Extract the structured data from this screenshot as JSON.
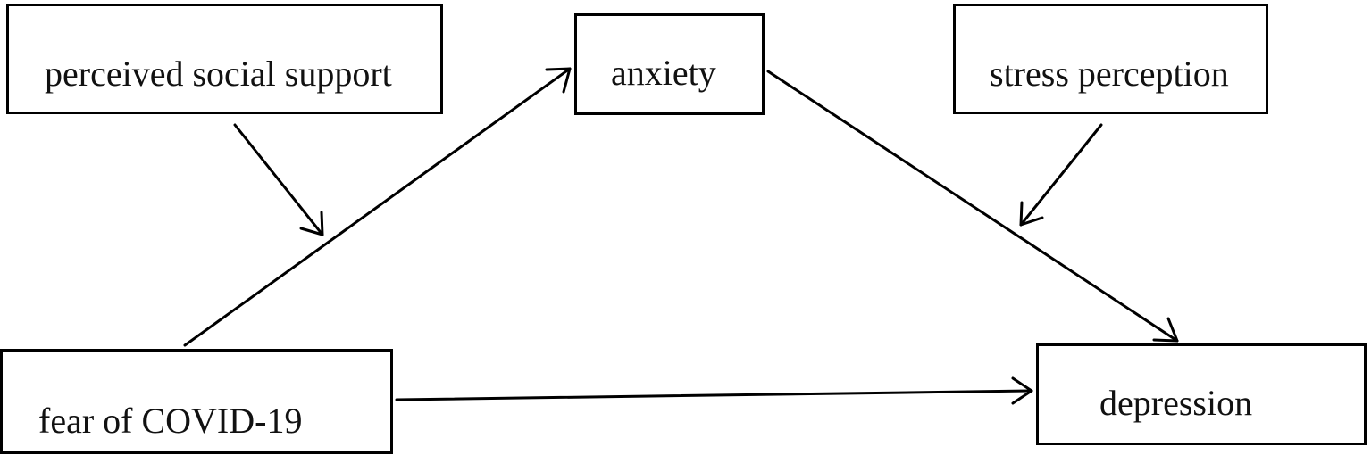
{
  "diagram": {
    "nodes": {
      "perceived_social_support": {
        "label": "perceived social support"
      },
      "anxiety": {
        "label": "anxiety"
      },
      "stress_perception": {
        "label": "stress perception"
      },
      "fear_of_covid": {
        "label": "fear of COVID-19"
      },
      "depression": {
        "label": "depression"
      }
    },
    "edges": [
      {
        "from": "fear of COVID-19",
        "to": "anxiety"
      },
      {
        "from": "anxiety",
        "to": "depression"
      },
      {
        "from": "fear of COVID-19",
        "to": "depression"
      },
      {
        "from": "perceived social support",
        "to": "fear of COVID-19 → anxiety path"
      },
      {
        "from": "stress perception",
        "to": "anxiety → depression path"
      }
    ],
    "colors": {
      "stroke": "#000000",
      "text": "#111111",
      "background": "#ffffff"
    }
  }
}
